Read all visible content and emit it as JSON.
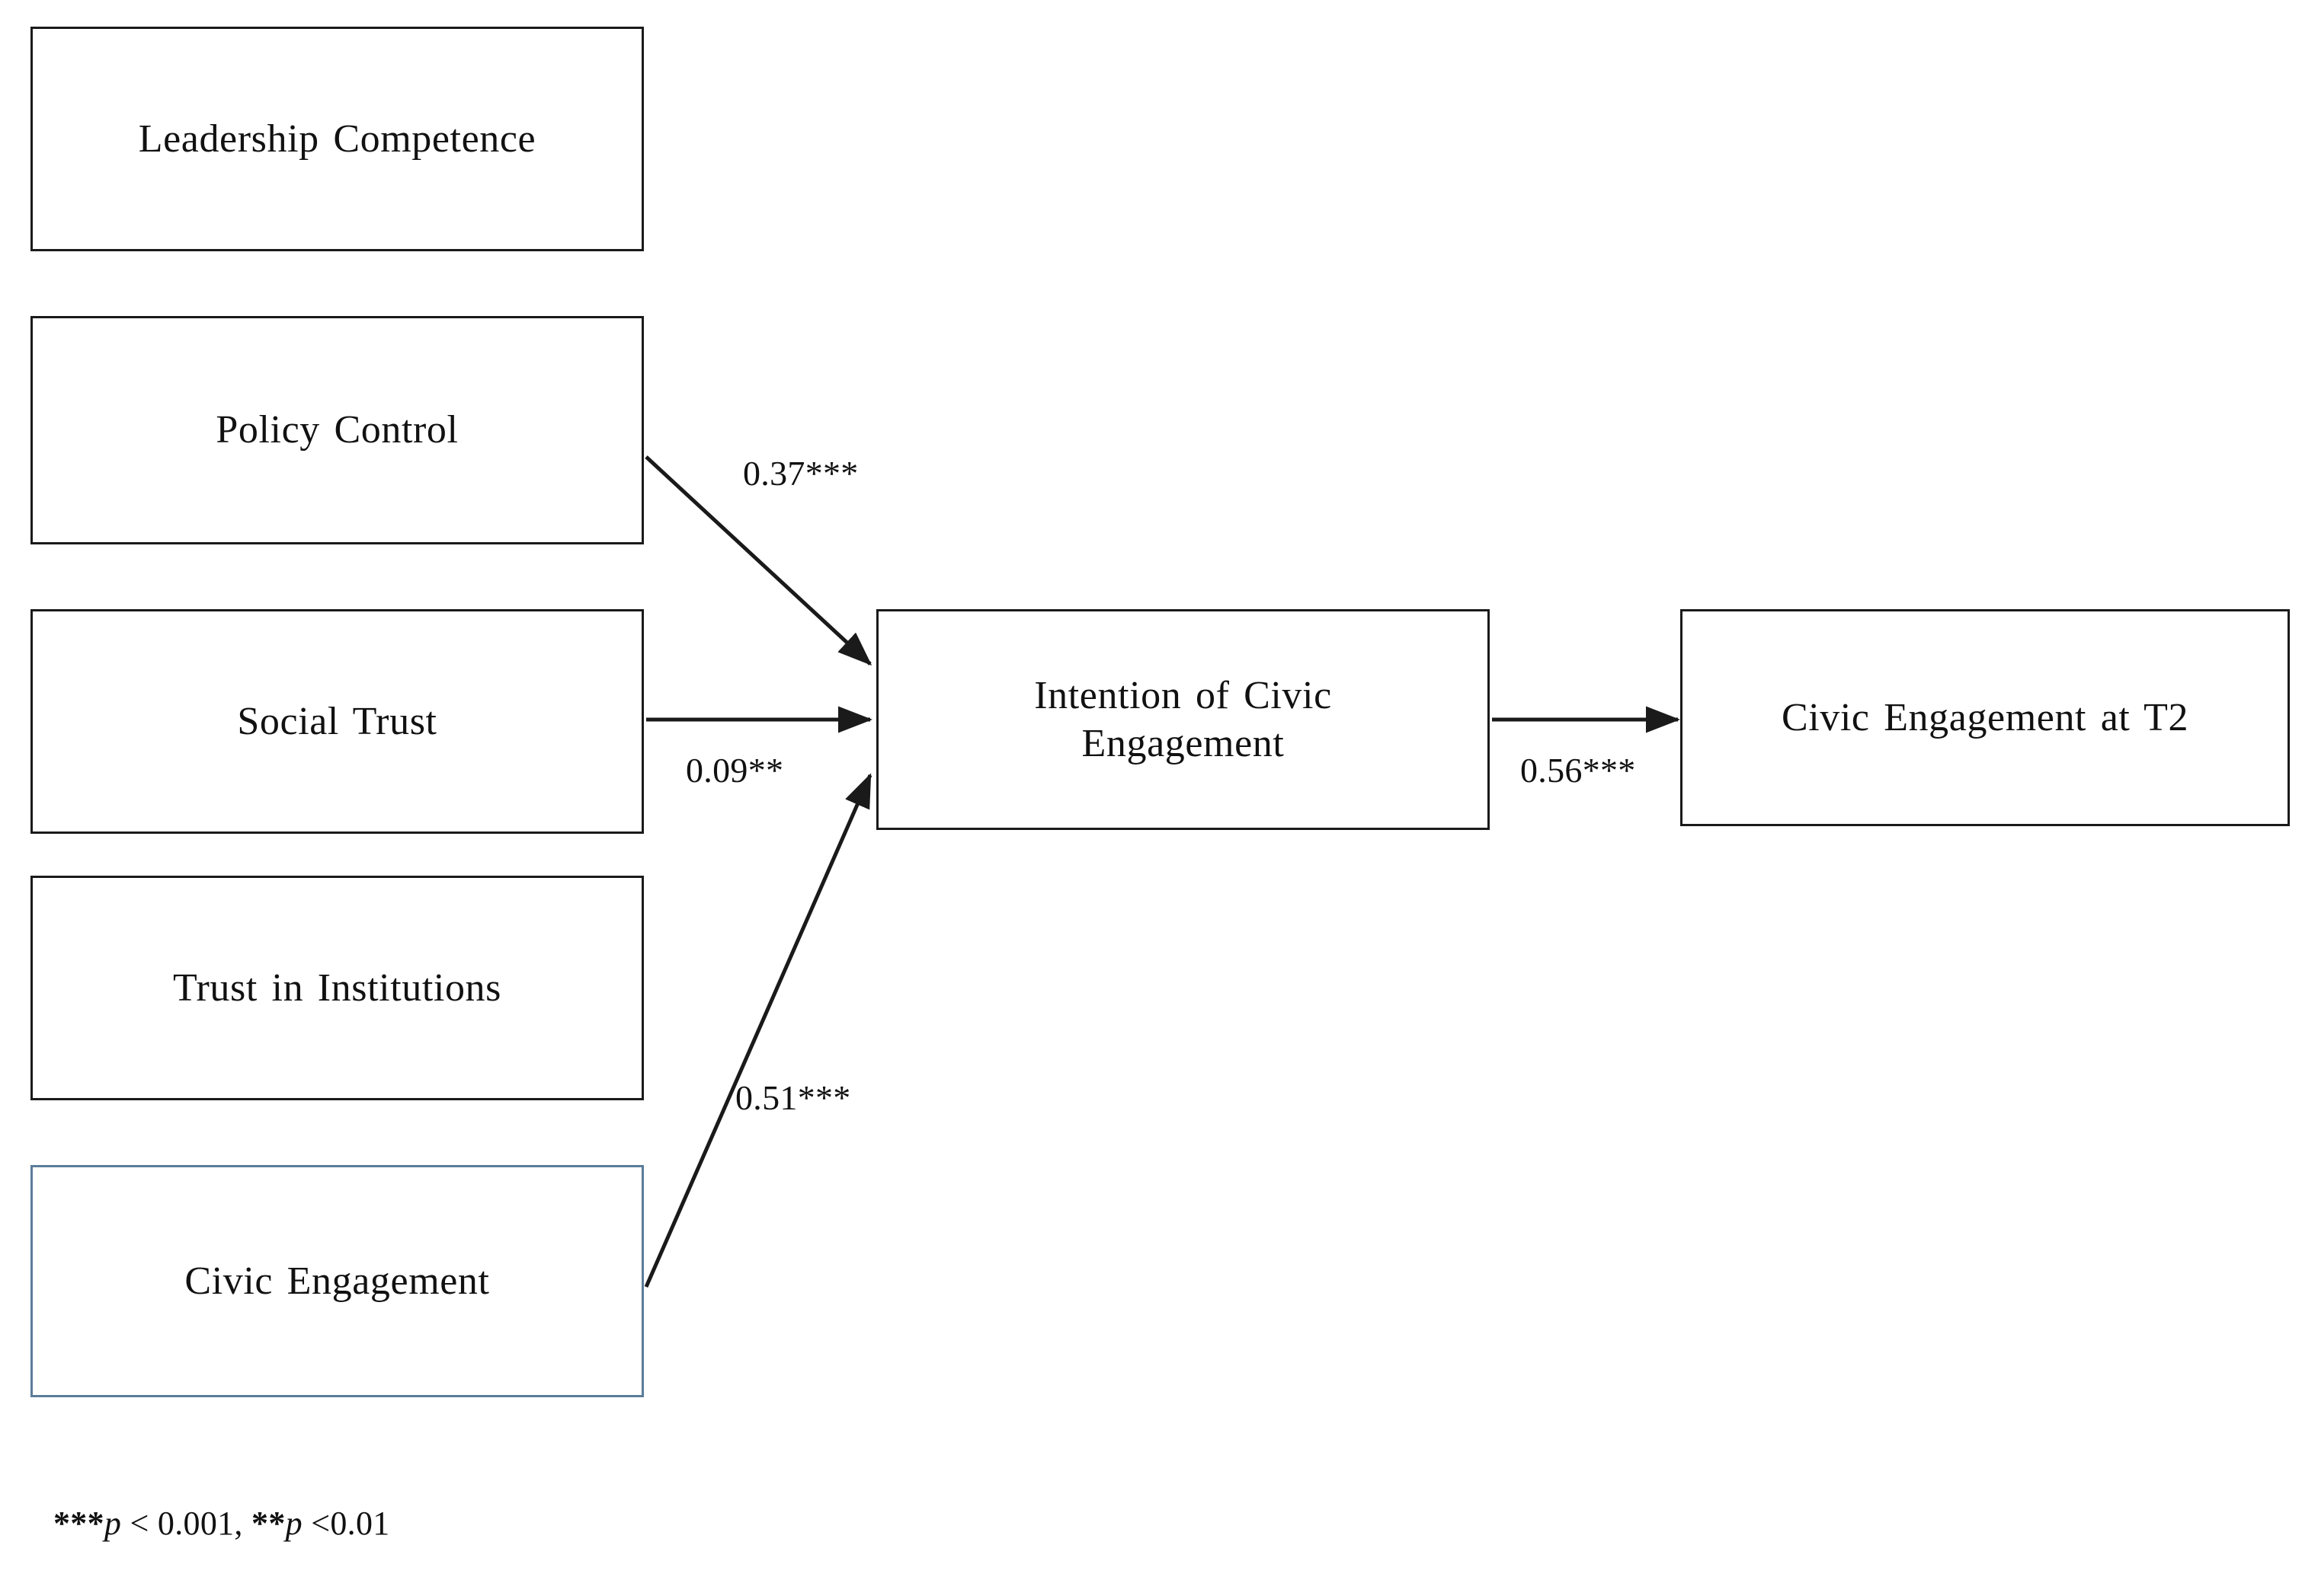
{
  "figure": {
    "type": "path-diagram",
    "background_color": "#ffffff",
    "line_color": "#1a1a1a",
    "accent_border_color": "#5b7c99"
  },
  "nodes": [
    {
      "id": "leadership-competence",
      "label": "Leadership  Competence",
      "column": "left",
      "row": 1,
      "border": "black"
    },
    {
      "id": "policy-control",
      "label": "Policy Control",
      "column": "left",
      "row": 2,
      "border": "black"
    },
    {
      "id": "social-trust",
      "label": "Social Trust",
      "column": "left",
      "row": 3,
      "border": "black"
    },
    {
      "id": "trust-in-institutions",
      "label": "Trust in Institutions",
      "column": "left",
      "row": 4,
      "border": "black"
    },
    {
      "id": "civic-engagement",
      "label": "Civic Engagement",
      "column": "left",
      "row": 5,
      "border": "accent"
    },
    {
      "id": "intention-of-civic-engagement",
      "label": "Intention  of Civic\nEngagement",
      "column": "center",
      "row": 1,
      "border": "black"
    },
    {
      "id": "civic-engagement-t2",
      "label": "Civic Engagement  at T2",
      "column": "right",
      "row": 1,
      "border": "black"
    }
  ],
  "paths": [
    {
      "id": "policy-control-to-intention",
      "from": "policy-control",
      "to": "intention-of-civic-engagement",
      "coefficient": "0.37***",
      "significance": "p < 0.001"
    },
    {
      "id": "social-trust-to-intention",
      "from": "social-trust",
      "to": "intention-of-civic-engagement",
      "coefficient": "0.09**",
      "significance": "p < 0.01"
    },
    {
      "id": "civic-engagement-to-intention",
      "from": "civic-engagement",
      "to": "intention-of-civic-engagement",
      "coefficient": "0.51***",
      "significance": "p < 0.001"
    },
    {
      "id": "intention-to-civic-engagement-t2",
      "from": "intention-of-civic-engagement",
      "to": "civic-engagement-t2",
      "coefficient": "0.56***",
      "significance": "p < 0.001"
    }
  ],
  "footnote": {
    "stars_three": "***",
    "p_one": "p",
    "text_one": " < 0.001, ",
    "stars_two": "**",
    "p_two": "p",
    "text_two": " <0.01"
  },
  "chart_data": {
    "type": "diagram",
    "title": "",
    "nodes": [
      "Leadership  Competence",
      "Policy Control",
      "Social Trust",
      "Trust in Institutions",
      "Civic Engagement",
      "Intention  of Civic Engagement",
      "Civic Engagement  at T2"
    ],
    "edges": [
      {
        "source": "Policy Control",
        "target": "Intention  of Civic Engagement",
        "value": 0.37,
        "label": "0.37***"
      },
      {
        "source": "Social Trust",
        "target": "Intention  of Civic Engagement",
        "value": 0.09,
        "label": "0.09**"
      },
      {
        "source": "Civic Engagement",
        "target": "Intention  of Civic Engagement",
        "value": 0.51,
        "label": "0.51***"
      },
      {
        "source": "Intention  of Civic Engagement",
        "target": "Civic Engagement  at T2",
        "value": 0.56,
        "label": "0.56***"
      }
    ],
    "notes": "***p < 0.001, **p <0.01"
  }
}
